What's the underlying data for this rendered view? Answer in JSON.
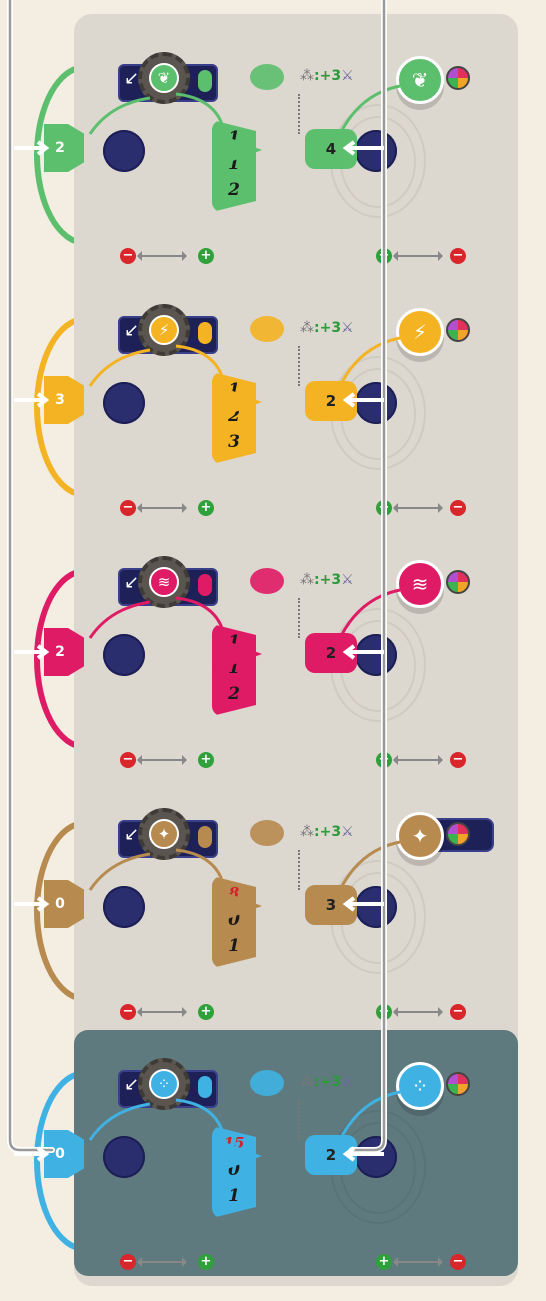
{
  "colors": {
    "board": "#dcd7cf",
    "green": "#5cbf6d",
    "yellow": "#f3b322",
    "pink": "#df1b65",
    "brown": "#b78a4f",
    "blue": "#3fb2e3",
    "hole": "#2a2d6e",
    "bonus": "#2a9a3a"
  },
  "panels": [
    {
      "id": "green",
      "color": "#5cbf6d",
      "bg": "#dcd7cf",
      "input": "2",
      "track": [
        "1",
        "1",
        "2"
      ],
      "track_red": "",
      "output": "4",
      "bonus": ":+3",
      "icon": "rocket-icon",
      "glyph": "❦",
      "wide_bar": false
    },
    {
      "id": "yellow",
      "color": "#f3b322",
      "bg": "#dcd7cf",
      "input": "3",
      "track": [
        "1",
        "2",
        "3"
      ],
      "track_red": "",
      "output": "2",
      "bonus": ":+3",
      "icon": "lightning-icon",
      "glyph": "⚡",
      "wide_bar": false
    },
    {
      "id": "pink",
      "color": "#df1b65",
      "bg": "#dcd7cf",
      "input": "2",
      "track": [
        "1",
        "1",
        "2"
      ],
      "track_red": "",
      "output": "2",
      "bonus": ":+3",
      "icon": "stripes-icon",
      "glyph": "≋",
      "wide_bar": false
    },
    {
      "id": "brown",
      "color": "#b78a4f",
      "bg": "#dcd7cf",
      "input": "0",
      "track": [
        "0",
        "1"
      ],
      "track_red": "8",
      "output": "3",
      "bonus": ":+3",
      "icon": "star-icon",
      "glyph": "✦",
      "wide_bar": true
    },
    {
      "id": "blue",
      "color": "#3fb2e3",
      "bg": "#5f7a7e",
      "input": "0",
      "track": [
        "0",
        "1"
      ],
      "track_red": "15",
      "output": "2",
      "bonus": ":+3",
      "icon": "dots-icon",
      "glyph": "⁘",
      "wide_bar": false
    }
  ],
  "controls": {
    "minus": "−",
    "plus": "+"
  }
}
